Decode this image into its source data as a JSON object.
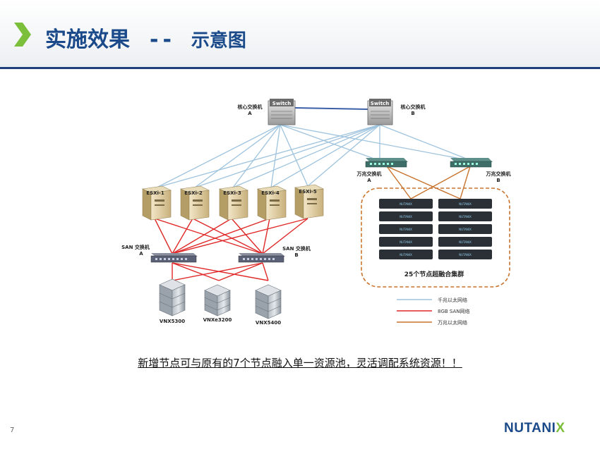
{
  "header": {
    "title": "实施效果",
    "separator": "--",
    "subtitle": "示意图"
  },
  "diagram": {
    "core_switches": [
      {
        "tag": "Switch",
        "label_line1": "核心交换机",
        "label_line2": "A"
      },
      {
        "tag": "Switch",
        "label_line1": "核心交换机",
        "label_line2": "B"
      }
    ],
    "ten_g_switches": [
      {
        "label_line1": "万兆交换机",
        "label_line2": "A"
      },
      {
        "label_line1": "万兆交换机",
        "label_line2": "B"
      }
    ],
    "esxi_hosts": [
      "ESXi-1",
      "ESXi-2",
      "ESXi-3",
      "ESXi-4",
      "ESXi-5"
    ],
    "san_switches": [
      {
        "label_line1": "SAN 交换机",
        "label_line2": "A"
      },
      {
        "label_line1": "SAN 交换机",
        "label_line2": "B"
      }
    ],
    "storage": [
      "VNX5300",
      "VNXe3200",
      "VNX5400"
    ],
    "cluster": {
      "label": "25个节点超融合集群",
      "node_brand": "NUTANIX"
    },
    "legend": [
      {
        "label": "千兆以太网络",
        "color": "#9ec3de"
      },
      {
        "label": "8GB SAN网络",
        "color": "#e02828"
      },
      {
        "label": "万兆以太网络",
        "color": "#c8742e"
      }
    ]
  },
  "caption": "新增节点可与原有的7个节点融入单一资源池，灵活调配系统资源！！",
  "page_number": "7",
  "logo": {
    "main": "NUTANI",
    "accent": "X"
  },
  "colors": {
    "brand_blue": "#1a4a8a",
    "chevron_green": "#7bbf3a",
    "gigabit": "#9ec3de",
    "san": "#e02828",
    "ten_gigabit": "#c8742e"
  }
}
